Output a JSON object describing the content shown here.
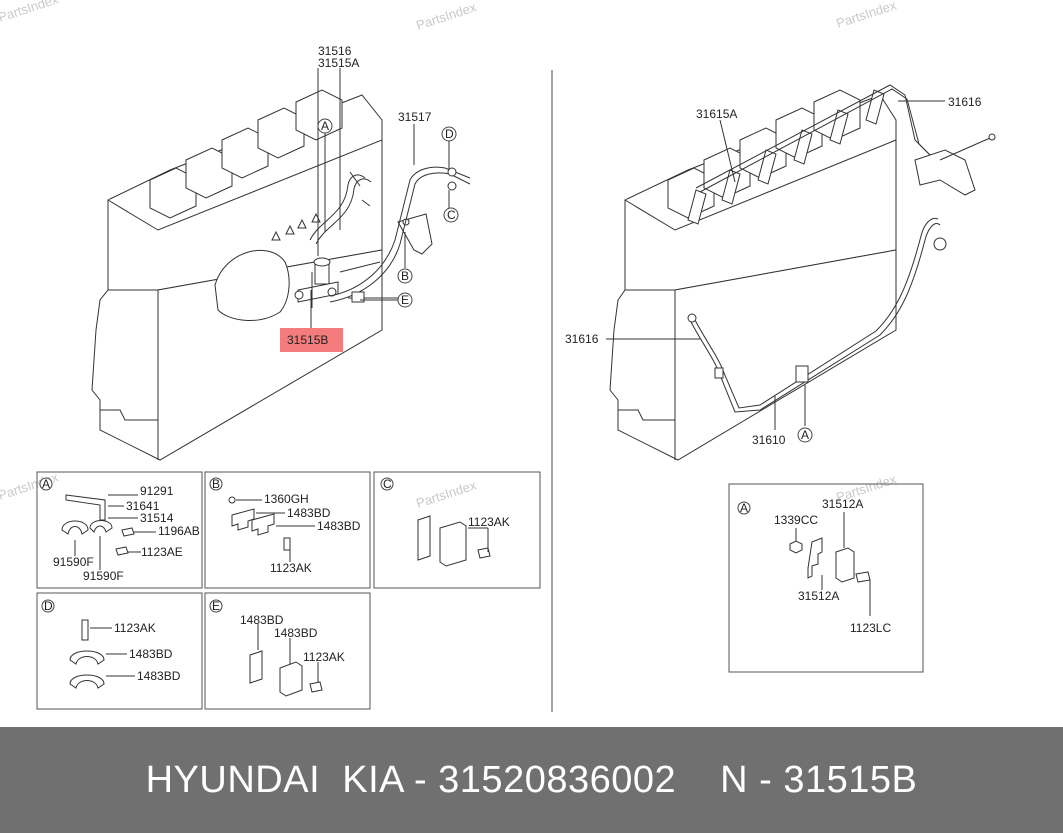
{
  "watermark": "PartsIndex",
  "left_diagram": {
    "labels": {
      "p31516": "31516",
      "p31515A": "31515A",
      "p31517": "31517",
      "p31515B": "31515B"
    },
    "callouts": {
      "A": "A",
      "B": "B",
      "C": "C",
      "D": "D",
      "E": "E"
    },
    "highlight_color": "#f47c7c"
  },
  "right_diagram": {
    "labels": {
      "p31615A": "31615A",
      "p31616_top": "31616",
      "p31616_left": "31616",
      "p31610": "31610"
    },
    "callouts": {
      "A": "A"
    }
  },
  "detail_boxes": {
    "A": {
      "tag": "A",
      "parts": [
        "91291",
        "31641",
        "31514",
        "1196AB",
        "91590F",
        "1123AE",
        "91590F"
      ]
    },
    "B": {
      "tag": "B",
      "parts": [
        "1360GH",
        "1483BD",
        "1483BD",
        "1123AK"
      ]
    },
    "C": {
      "tag": "C",
      "parts": [
        "1123AK"
      ]
    },
    "D": {
      "tag": "D",
      "parts": [
        "1123AK",
        "1483BD",
        "1483BD"
      ]
    },
    "E": {
      "tag": "E",
      "parts": [
        "1483BD",
        "1483BD",
        "1123AK"
      ]
    },
    "RA": {
      "tag": "A",
      "parts": [
        "1339CC",
        "31512A",
        "31512A",
        "1123LC"
      ]
    }
  },
  "footer": {
    "brand": "HYUNDAI  KIA - 31520836002",
    "part": "N - 31515B"
  }
}
